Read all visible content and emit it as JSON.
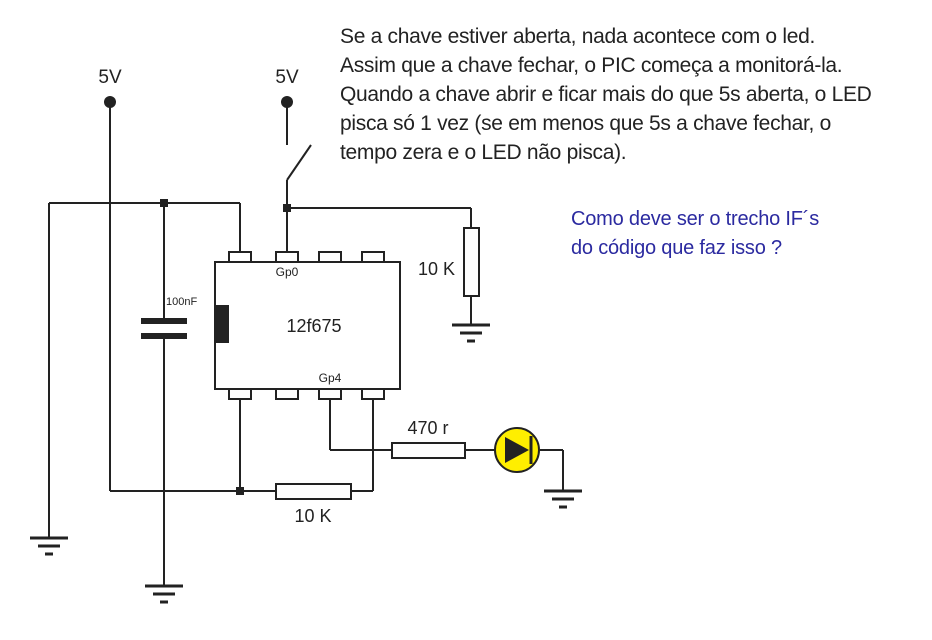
{
  "description": {
    "lines": [
      "Se a chave estiver aberta, nada acontece com o led.",
      "Assim que a chave fechar, o PIC começa a monitorá-la.",
      "Quando a chave abrir e ficar mais do que 5s aberta, o LED",
      "pisca só 1 vez (se em menos que 5s a chave fechar, o",
      "tempo zera e o LED não pisca)."
    ]
  },
  "question": {
    "lines": [
      "Como deve ser o trecho IF´s",
      "do código que faz isso ?"
    ],
    "color": "#2b2aa0"
  },
  "schematic": {
    "supply_left_label": "5V",
    "supply_switch_label": "5V",
    "capacitor_label": "100nF",
    "chip_label": "12f675",
    "pin_gp0_label": "Gp0",
    "pin_gp4_label": "Gp4",
    "resistor_pulldown_label": "10 K",
    "resistor_led_label": "470 r",
    "resistor_bottom_label": "10 K",
    "led_color": "#ffee00"
  }
}
